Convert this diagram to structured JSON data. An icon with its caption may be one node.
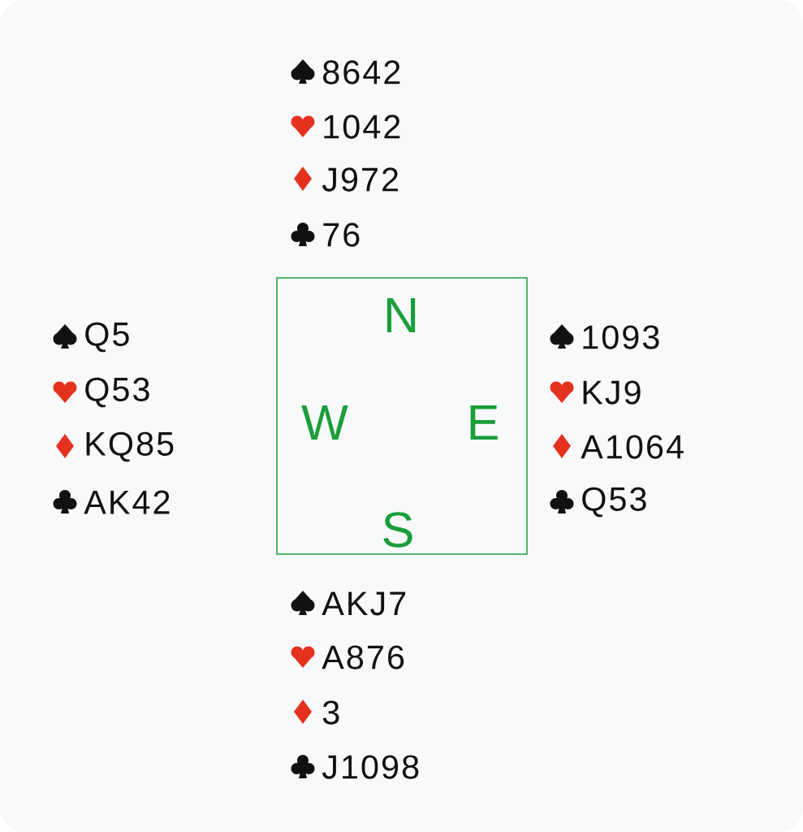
{
  "diagram": {
    "nodes": [
      {
        "text": [
          "N",
          "W",
          "E",
          "S"
        ]
      }
    ],
    "labels": [
      "8642",
      "1042",
      "J972",
      "76",
      "Q5",
      "Q53",
      "KQ85",
      "AK42",
      "1093",
      "KJ9",
      "A1064",
      "Q53",
      "AKJ7",
      "A876",
      "3",
      "J1098"
    ]
  }
}
